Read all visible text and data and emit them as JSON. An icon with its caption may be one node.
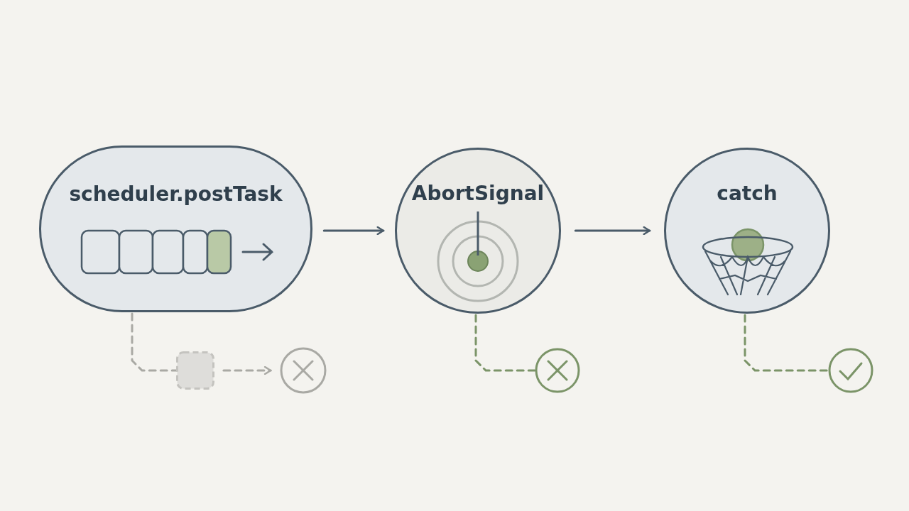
{
  "diagram": {
    "nodes": [
      {
        "text": [
          "scheduler.postTask"
        ]
      },
      {
        "text": [
          "AbortSignal"
        ]
      },
      {
        "text": [
          "catch"
        ]
      },
      {
        "text": [],
        "shape": "box"
      },
      {
        "text": [],
        "shape": "circle"
      },
      {
        "text": [],
        "shape": "circle"
      },
      {
        "text": [],
        "shape": "circle"
      }
    ],
    "edges": [
      {
        "from": 0,
        "to": 1,
        "arrow": "to"
      },
      {
        "from": 1,
        "to": 2,
        "arrow": "to"
      },
      {
        "from": 0,
        "to": 3,
        "arrow": "none",
        "style": "dashed",
        "color": "#a9a9a4"
      },
      {
        "from": 3,
        "to": 4,
        "arrow": "to",
        "style": "dashed",
        "color": "#a9a9a4"
      },
      {
        "from": 1,
        "to": 5,
        "arrow": "none",
        "style": "dashed",
        "color": "#7b9468"
      },
      {
        "from": 2,
        "to": 6,
        "arrow": "none",
        "style": "dashed",
        "color": "#7b9468"
      }
    ]
  }
}
